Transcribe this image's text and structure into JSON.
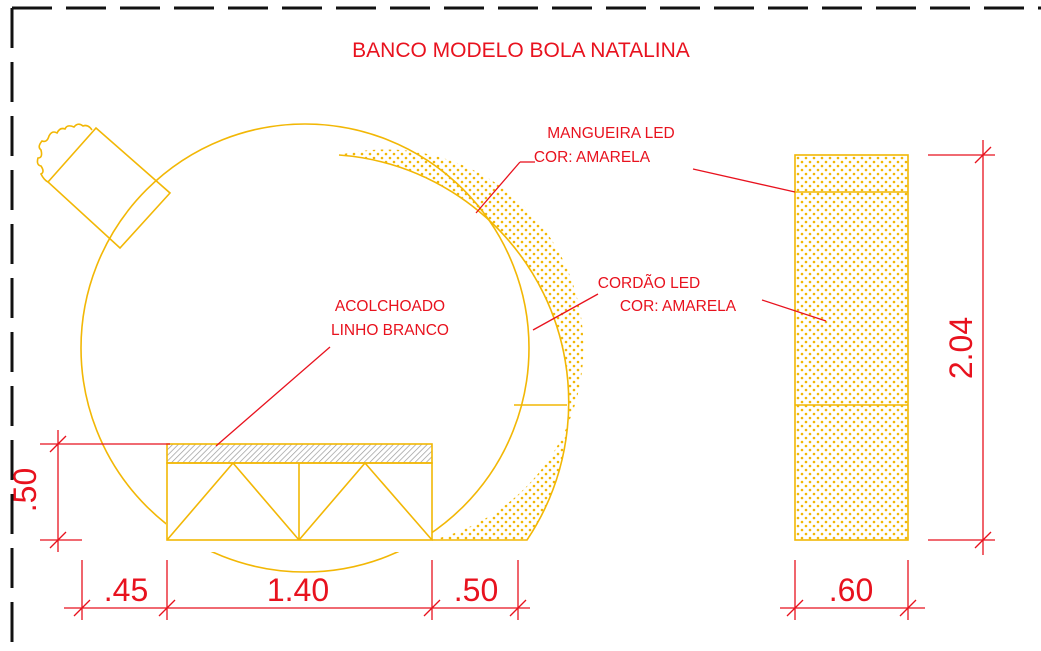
{
  "title": "BANCO MODELO BOLA NATALINA",
  "labels": {
    "mangueira": [
      "MANGUEIRA LED",
      "COR: AMARELA"
    ],
    "cordao": [
      "CORDÃO LED",
      "COR: AMARELA"
    ],
    "acolchoado": [
      "ACOLCHOADO",
      "LINHO BRANCO"
    ]
  },
  "dimensions": {
    "seat_height": ".50",
    "left_margin": ".45",
    "seat_width": "1.40",
    "right_margin": ".50",
    "side_width": ".60",
    "total_height": "2.04"
  },
  "colors": {
    "outline": "#f2b705",
    "annotation": "#e8121e",
    "frame": "#111111"
  }
}
